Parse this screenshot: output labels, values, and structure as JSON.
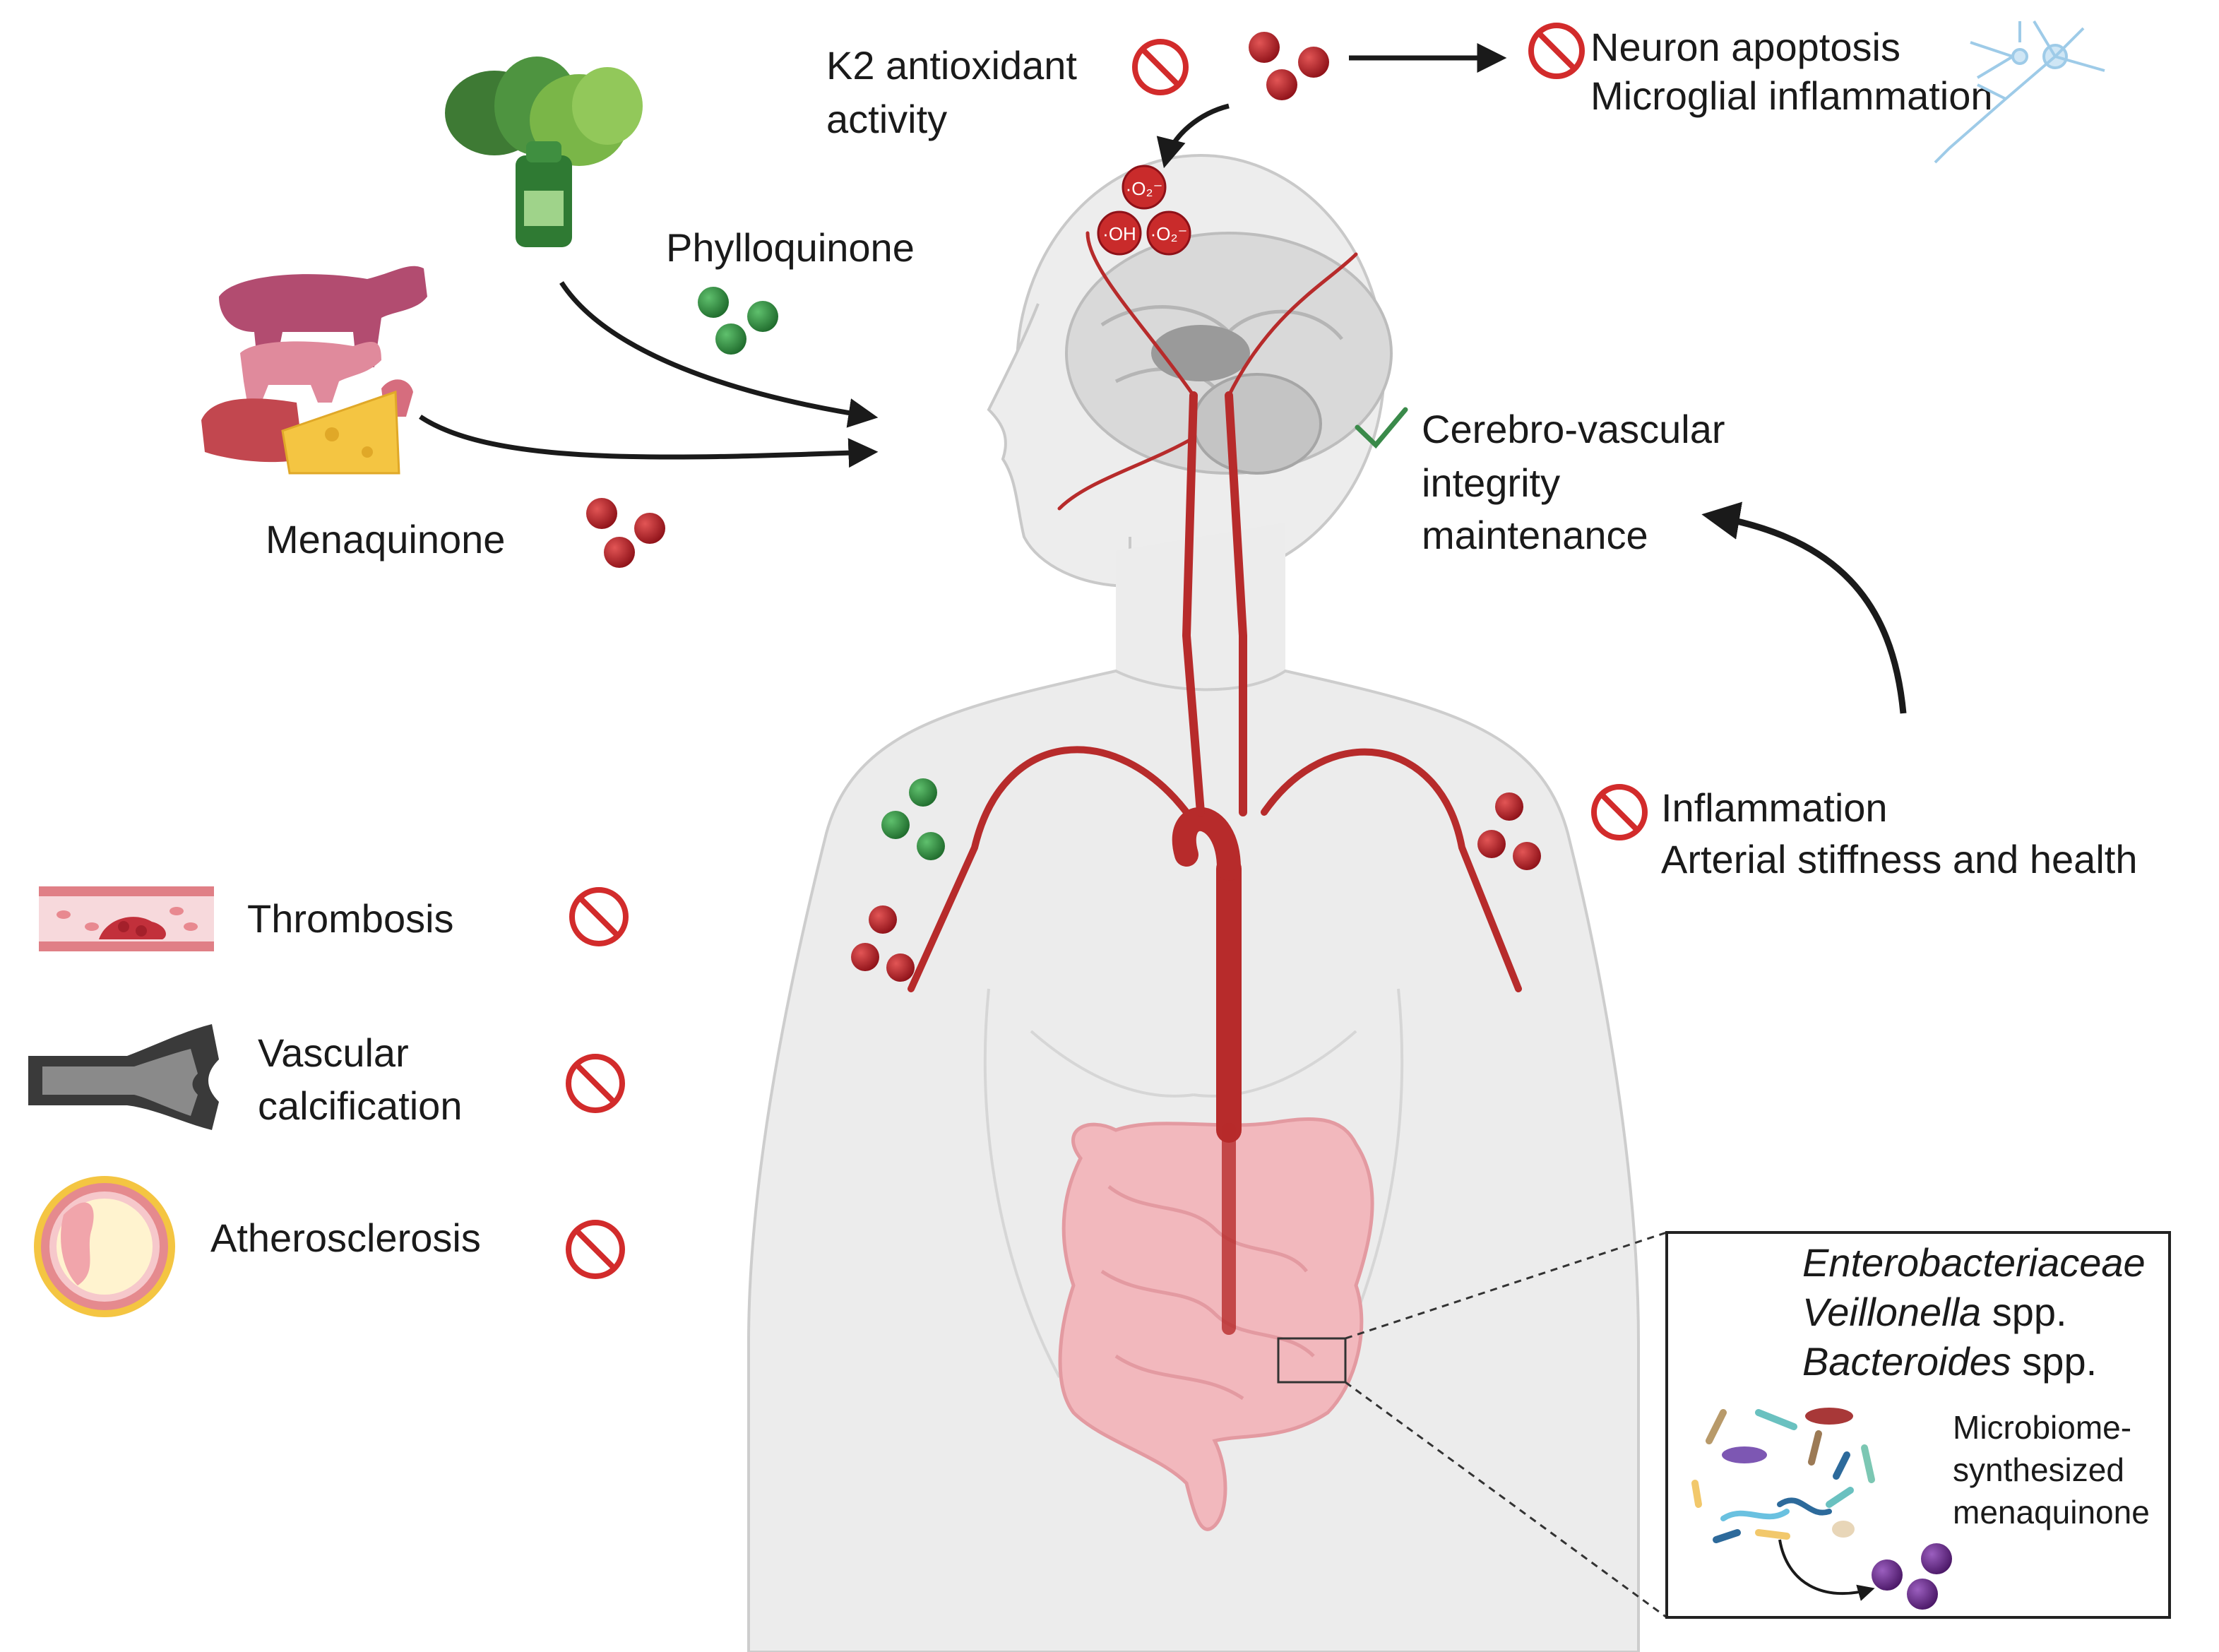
{
  "labels": {
    "k2_line1": "K2 antioxidant",
    "k2_line2": "activity",
    "neuron_apoptosis": "Neuron apoptosis",
    "microglial_inflammation": "Microglial inflammation",
    "phylloquinone": "Phylloquinone",
    "menaquinone": "Menaquinone",
    "cerebro_line1": "Cerebro-vascular",
    "cerebro_line2": "integrity",
    "cerebro_line3": "maintenance",
    "inflammation": "Inflammation",
    "arterial_stiffness": "Arterial stiffness and  health",
    "thrombosis": "Thrombosis",
    "vascular_line1": "Vascular",
    "vascular_line2": "calcification",
    "atherosclerosis": "Atherosclerosis",
    "bact_1": "Enterobacteriaceae",
    "bact_2_italic": "Veillonella",
    "bact_2_rest": " spp.",
    "bact_3_italic": "Bacteroides",
    "bact_3_rest": " spp.",
    "micro_line1": "Microbiome-",
    "micro_line2": "synthesized",
    "micro_line3": "menaquinone",
    "ros_o2": "·O₂⁻",
    "ros_oh": "·OH"
  },
  "colors": {
    "menaquinone": "#b01c24",
    "phylloquinone": "#2e8b3e",
    "microbiome_menaquinone": "#6b2a8a",
    "artery": "#b72b2b",
    "body": "#ececec",
    "gut": "#f2b8bd",
    "inhibit": "#d22b2b",
    "check": "#3a8a4a"
  },
  "icons": {
    "inhibit": "no-entry-icon",
    "check": "checkmark-icon"
  }
}
